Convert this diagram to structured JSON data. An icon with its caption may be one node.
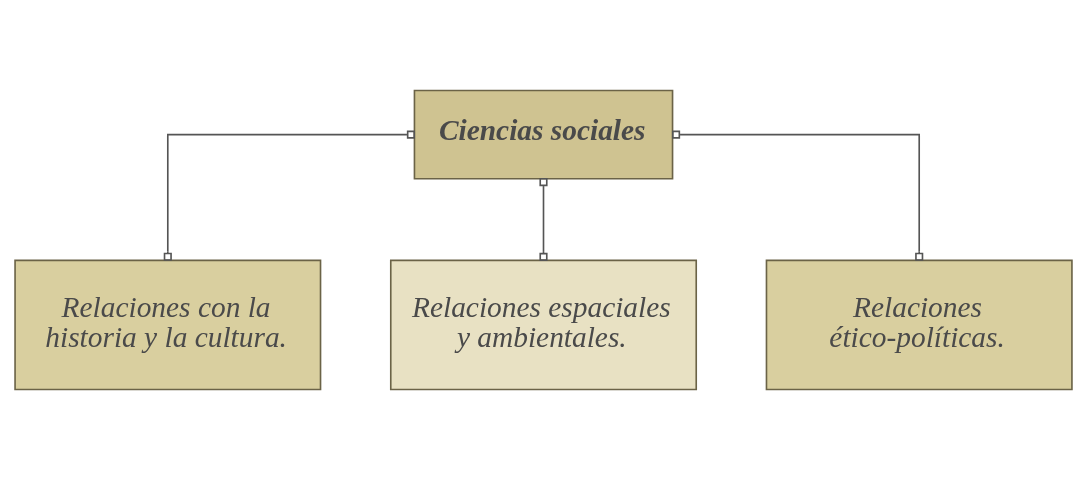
{
  "diagram": {
    "nodes": [
      {
        "text": [
          "Ciencias sociales"
        ]
      },
      {
        "text": [
          "Relaciones con la historia y la cultura."
        ]
      },
      {
        "text": [
          "Relaciones espaciales y ambientales."
        ]
      },
      {
        "text": [
          "Relaciones ético-políticas."
        ]
      }
    ],
    "edges": [
      {
        "from": 0,
        "to": 1,
        "arrow": "other"
      },
      {
        "from": 0,
        "to": 2,
        "arrow": "other"
      },
      {
        "from": 0,
        "to": 3,
        "arrow": "other"
      }
    ]
  }
}
